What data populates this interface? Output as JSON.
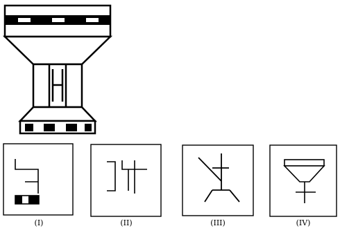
{
  "figure": {
    "name": "cup-figure",
    "stroke_color": "#000000",
    "fill_color": "#000000",
    "background_color": "#ffffff"
  },
  "options": [
    {
      "id": "opt-1",
      "label": "(I)"
    },
    {
      "id": "opt-2",
      "label": "(II)"
    },
    {
      "id": "opt-3",
      "label": "(III)"
    },
    {
      "id": "opt-4",
      "label": "(IV)"
    }
  ]
}
